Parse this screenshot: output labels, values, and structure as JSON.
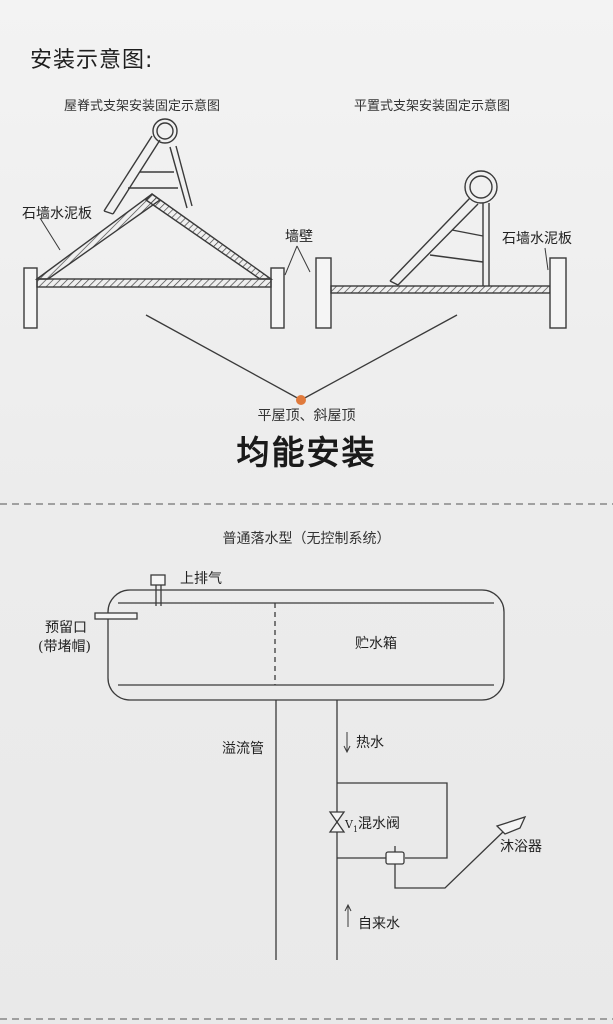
{
  "section_title": "安装示意图:",
  "left_diagram": {
    "caption": "屋脊式支架安装固定示意图",
    "wall_label": "石墙水泥板"
  },
  "right_diagram": {
    "caption": "平置式支架安装固定示意图",
    "wall_label": "石墙水泥板"
  },
  "middle_wall_label": "墙壁",
  "roof_types": "平屋顶、斜屋顶",
  "headline": "均能安装",
  "plumbing": {
    "title": "普通落水型（无控制系统）",
    "vent_label": "上排气",
    "reserved_port_label_1": "预留口",
    "reserved_port_label_2": "(带堵帽)",
    "tank_label": "贮水箱",
    "overflow_label": "溢流管",
    "hot_water_label": "热水",
    "valve_label": "混水阀",
    "valve_code": "V",
    "valve_subscript": "1",
    "shower_label": "沐浴器",
    "tap_water_label": "自来水"
  },
  "colors": {
    "line": "#3a3a3a",
    "accent_dot": "#e07a3c",
    "background": "#ededed"
  }
}
